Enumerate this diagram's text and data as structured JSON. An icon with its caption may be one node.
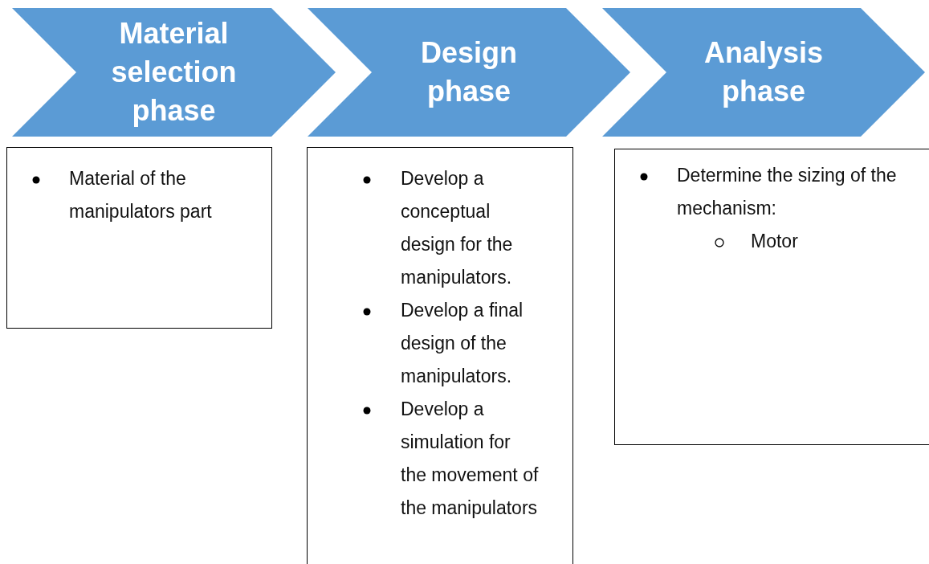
{
  "diagram": {
    "nodes": [
      {
        "text": [
          "Material selection phase"
        ]
      },
      {
        "text": [
          "Design phase"
        ]
      },
      {
        "text": [
          "Analysis phase"
        ]
      },
      {
        "text": [
          "Material of the manipulators part"
        ]
      },
      {
        "text": [
          "Develop a conceptual design for the manipulators.",
          "Develop a final design of the manipulators.",
          "Develop a simulation for the movement of the manipulators"
        ]
      },
      {
        "text": [
          "Determine the sizing of the mechanism:",
          "Motor"
        ]
      }
    ],
    "edges": []
  }
}
